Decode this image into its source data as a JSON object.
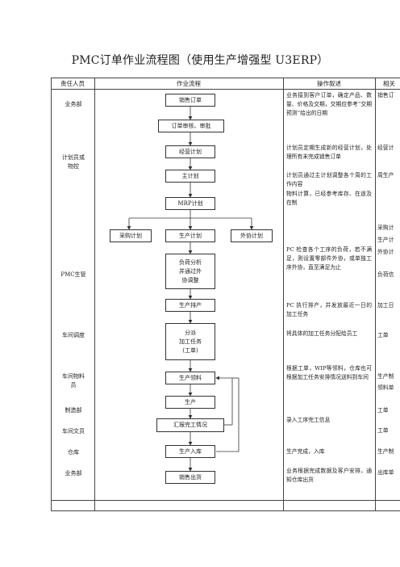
{
  "title": "PMC订单作业流程图（使用生产增强型 U3ERP）",
  "headers": {
    "role": "责任人员",
    "flow": "作业流程",
    "desc": "操作叙述",
    "related": "相关"
  },
  "roles": [
    "业务部",
    "计划员或\n物控",
    "PMC生管",
    "车间调度",
    "车间物料\n员",
    "制造部",
    "车间文员",
    "仓库",
    "业务部"
  ],
  "boxes": {
    "sales_order": "销售订单",
    "order_review": "订单审核、审批",
    "business_plan": "经营计划",
    "master_plan": "主计划",
    "mrp_plan": "MRP计划",
    "purchase_plan": "采购计划",
    "production_plan": "生产计划",
    "outsource_plan": "外协计划",
    "load_analysis": "负荷分析\n并通过外\n协调整",
    "production_schedule": "生产排产",
    "dispatch": "分派\n加工任务\n(工单)",
    "material_pick": "生产领料",
    "produce": "生产",
    "report_completion": "汇报完工情况",
    "warehouse_in": "生产入库",
    "sales_out": "销售出货"
  },
  "descriptions": [
    "业务接到客户订单，确定产品、数量、价格及交期，交期应参考“交期预测”给出的日期",
    "计划员定期生成新的经营计划，处理所有未完成销售订单",
    "计划员通过主计划调整各个周的工作内容",
    "物料计算，已经参考库存、在途及在制",
    "PC 检查各个工序的负荷，若不满足，则设置零部件外协，或单独工序外协，直至满足为止",
    "PC 执行排产，并发放最近一日的加工任务",
    "将具体的加工任务分配给员工",
    "根据工单，WIP等领料，仓库也可根据加工任务安排情况送料到车间",
    "录入工序完工信息",
    "生产完成，入库",
    "业务根据完成数据及客户安排，通知仓库出货"
  ],
  "related": [
    "销售订",
    "经营计",
    "周生产",
    "采购计",
    "生产计",
    "外协计",
    "负荷信",
    "加工日",
    "工单",
    "生产制",
    "领料单",
    "工单",
    "工单",
    "生产制",
    "出库单"
  ]
}
